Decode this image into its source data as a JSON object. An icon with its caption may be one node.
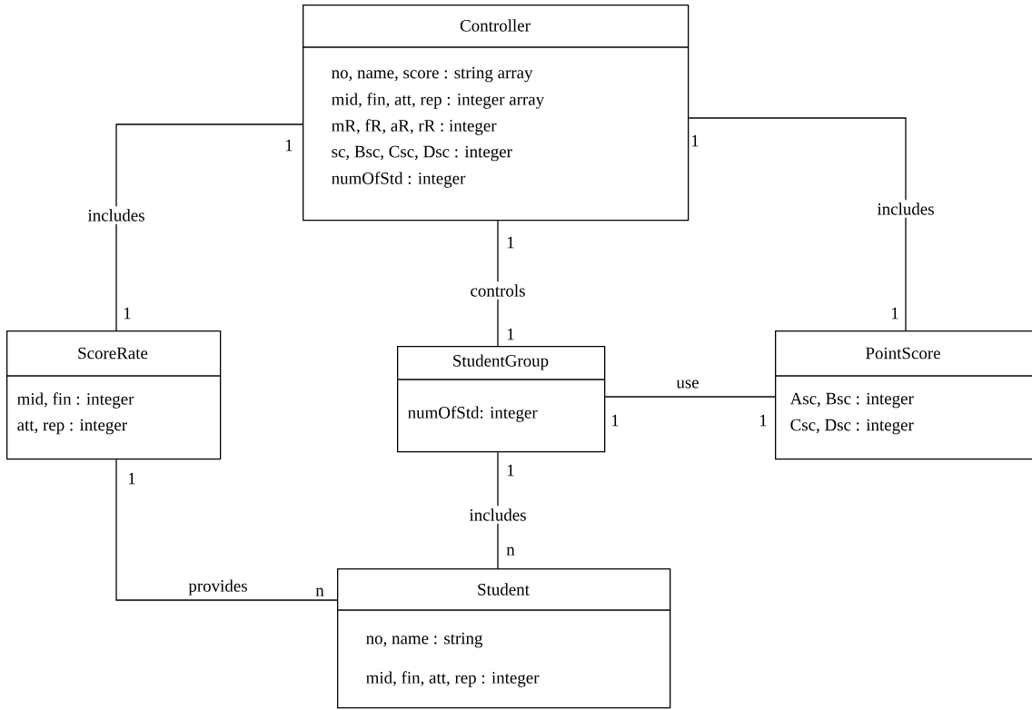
{
  "diagram": {
    "nodes": [
      {
        "text": [
          "Controller",
          "no, name, score : string array",
          "mid, fin, att, rep : integer array",
          "mR, fR, aR, rR : integer",
          "sc, Bsc, Csc, Dsc : integer",
          "numOfStd : integer"
        ]
      },
      {
        "text": [
          "ScoreRate",
          "mid, fin : integer",
          "att, rep : integer"
        ]
      },
      {
        "text": [
          "StudentGroup",
          "numOfStd: integer"
        ]
      },
      {
        "text": [
          "PointScore",
          "Asc, Bsc : integer",
          "Csc, Dsc : integer"
        ]
      },
      {
        "text": [
          "Student",
          "no, name : string",
          "mid, fin, att, rep : integer"
        ]
      }
    ],
    "edges": [
      {
        "from": 0,
        "to": 1,
        "arrow": "none",
        "label": "includes"
      },
      {
        "from": 0,
        "to": 3,
        "arrow": "none",
        "label": "includes"
      },
      {
        "from": 0,
        "to": 2,
        "arrow": "none",
        "label": "controls"
      },
      {
        "from": 2,
        "to": 3,
        "arrow": "none",
        "label": "use"
      },
      {
        "from": 2,
        "to": 4,
        "arrow": "none",
        "label": "includes"
      },
      {
        "from": 1,
        "to": 4,
        "arrow": "none",
        "label": "provides"
      }
    ],
    "labels": [
      "1",
      "1",
      "1",
      "1",
      "1",
      "1",
      "1",
      "1",
      "1",
      "1",
      "n",
      "n"
    ]
  }
}
